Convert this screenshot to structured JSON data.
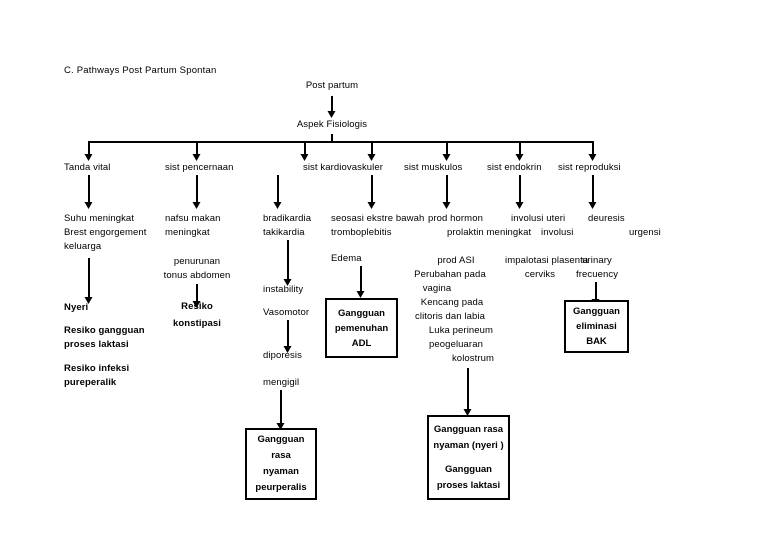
{
  "document": {
    "heading": "C.  Pathways Post Partum Spontan"
  },
  "root": {
    "post_partum": "Post partum",
    "aspek_fisiologis": "Aspek Fisiologis"
  },
  "systems": [
    {
      "id": "tanda-vital",
      "label": "Tanda vital"
    },
    {
      "id": "sist-pencernaan",
      "label": "sist pencernaan"
    },
    {
      "id": "sist-kardiovaskuler",
      "label": "sist kardiovaskuler"
    },
    {
      "id": "sist-muskulos",
      "label": "sist muskulos"
    },
    {
      "id": "sist-endokrin",
      "label": "sist endokrin"
    },
    {
      "id": "sist-reproduksi",
      "label": "sist reproduksi"
    }
  ],
  "branches": {
    "tanda_vital": {
      "signs": [
        "Suhu meningkat",
        "Brest engorgement",
        "keluarga"
      ],
      "outcomes": [
        "Nyeri",
        "Resiko gangguan",
        "proses laktasi",
        "Resiko infeksi",
        "pureperalik"
      ]
    },
    "pencernaan": {
      "signs": [
        "nafsu makan",
        "meningkat"
      ],
      "mid": [
        "penurunan",
        "tonus abdomen"
      ],
      "outcome": [
        "Resiko",
        "konstipasi"
      ]
    },
    "kardiovaskuler": {
      "signs": [
        "bradikardia",
        "takikardia"
      ],
      "step1": "instability",
      "step2": "Vasomotor",
      "step3": "diporesis",
      "step4": "mengigil"
    },
    "muskulos": {
      "signs": [
        "seosasi ekstre bawah",
        "tromboplebitis"
      ],
      "mid": "Edema"
    },
    "endokrin": {
      "signs": [
        "prod hormon",
        "prolaktin meningkat"
      ],
      "detail": [
        "prod ASI",
        "Perubahan pada",
        "vagina",
        "Kencang pada",
        "clitoris dan labia",
        "Luka perineum",
        "peogeluaran",
        "kolostrum"
      ]
    },
    "reproduksi": {
      "signs": [
        "involusi uteri",
        "involusi",
        "deuresis",
        "urgensi"
      ],
      "detail": [
        "impalotasi plasenta",
        "cerviks",
        "urinary",
        "frecuency"
      ]
    }
  },
  "boxes": [
    {
      "id": "gangguan-pemenuhan-adl",
      "lines": [
        "Gangguan",
        "pemenuhan",
        "ADL"
      ]
    },
    {
      "id": "gangguan-eliminasi-bak",
      "lines": [
        "Gangguan",
        "eliminasi",
        "BAK"
      ]
    },
    {
      "id": "gangguan-rasa-nyaman-peurperalis",
      "lines": [
        "Gangguan",
        "rasa",
        "nyaman",
        "peurperalis"
      ]
    },
    {
      "id": "gangguan-rasa-nyaman-nyeri",
      "lines": [
        "Gangguan rasa",
        "nyaman (nyeri )",
        "Gangguan",
        "proses laktasi"
      ]
    }
  ],
  "colors": {
    "ink": "#000000",
    "background": "#ffffff"
  }
}
